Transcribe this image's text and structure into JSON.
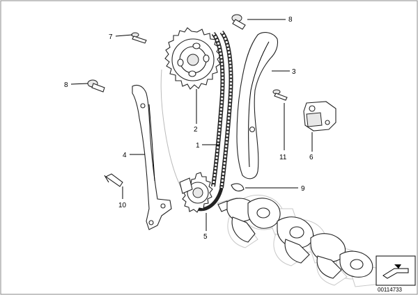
{
  "diagram": {
    "callouts": [
      {
        "id": "1",
        "text": "1"
      },
      {
        "id": "2",
        "text": "2"
      },
      {
        "id": "3",
        "text": "3"
      },
      {
        "id": "4",
        "text": "4"
      },
      {
        "id": "5",
        "text": "5"
      },
      {
        "id": "6",
        "text": "6"
      },
      {
        "id": "7",
        "text": "7"
      },
      {
        "id": "8a",
        "text": "8"
      },
      {
        "id": "8b",
        "text": "8"
      },
      {
        "id": "9",
        "text": "9"
      },
      {
        "id": "10",
        "text": "10"
      },
      {
        "id": "11",
        "text": "11"
      }
    ],
    "part_number": "00114733",
    "colors": {
      "line": "#000000",
      "ghost": "#c8c8c8",
      "background": "#ffffff"
    }
  }
}
